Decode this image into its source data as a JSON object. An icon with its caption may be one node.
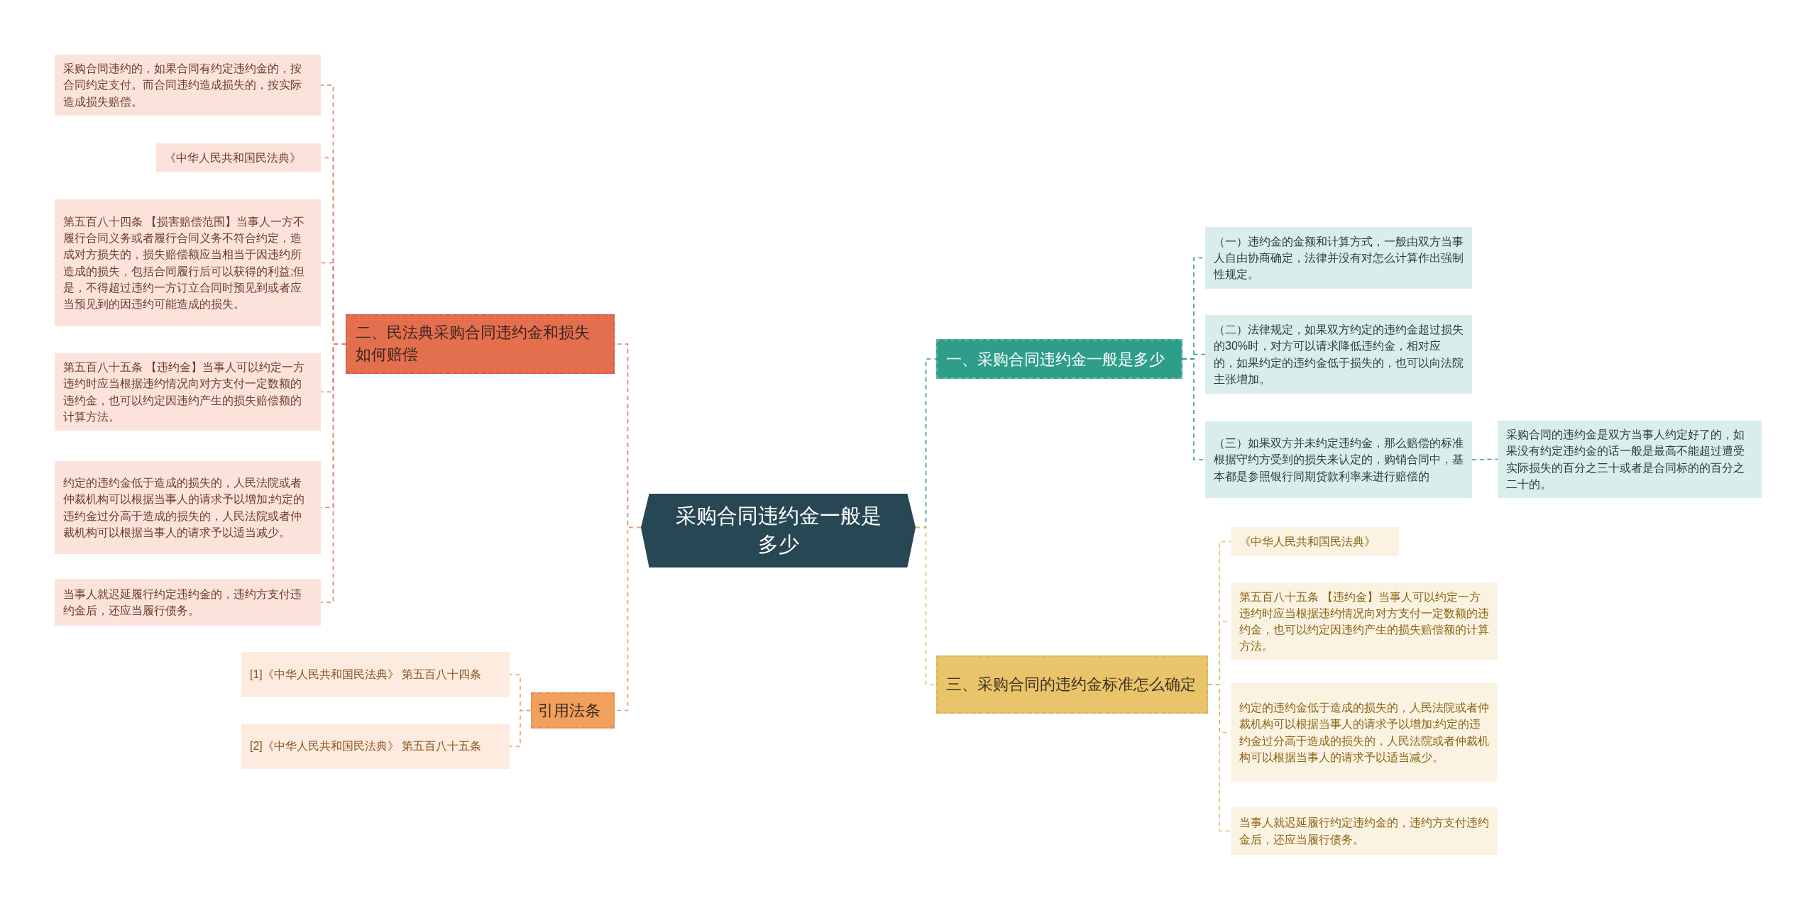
{
  "diagram": {
    "nodes": [
      {
        "text": [
          "采购合同违约金一般是多少"
        ]
      },
      {
        "text": [
          "一、采购合同违约金一般是多少"
        ]
      },
      {
        "text": [
          "（一）违约金的金额和计算方式，一般由双方当事人自由协商确定，法律并没有对怎么计算作出强制性规定。"
        ]
      },
      {
        "text": [
          "（二）法律规定，如果双方约定的违约金超过损失的30%时，对方可以请求降低违约金，相对应的，如果约定的违约金低于损失的，也可以向法院主张增加。"
        ]
      },
      {
        "text": [
          "（三）如果双方并未约定违约金，那么赔偿的标准根据守约方受到的损失来认定的，购销合同中，基本都是参照银行同期贷款利率来进行赔偿的"
        ]
      },
      {
        "text": [
          "采购合同的违约金是双方当事人约定好了的，如果没有约定违约金的话一般是最高不能超过遭受实际损失的百分之三十或者是合同标的的百分之二十的。"
        ]
      },
      {
        "text": [
          "三、采购合同的违约金标准怎么确定"
        ]
      },
      {
        "text": [
          "《中华人民共和国民法典》"
        ]
      },
      {
        "text": [
          "第五百八十五条 【违约金】当事人可以约定一方违约时应当根据违约情况向对方支付一定数额的违约金，也可以约定因违约产生的损失赔偿额的计算方法。"
        ]
      },
      {
        "text": [
          "约定的违约金低于造成的损失的，人民法院或者仲裁机构可以根据当事人的请求予以增加;约定的违约金过分高于造成的损失的，人民法院或者仲裁机构可以根据当事人的请求予以适当减少。"
        ]
      },
      {
        "text": [
          "当事人就迟延履行约定违约金的，违约方支付违约金后，还应当履行债务。"
        ]
      },
      {
        "text": [
          "二、民法典采购合同违约金和损失如何赔偿"
        ]
      },
      {
        "text": [
          "采购合同违约的，如果合同有约定违约金的，按合同约定支付。而合同违约造成损失的，按实际造成损失赔偿。"
        ]
      },
      {
        "text": [
          "《中华人民共和国民法典》"
        ]
      },
      {
        "text": [
          "第五百八十四条 【损害赔偿范围】当事人一方不履行合同义务或者履行合同义务不符合约定，造成对方损失的，损失赔偿额应当相当于因违约所造成的损失，包括合同履行后可以获得的利益;但是，不得超过违约一方订立合同时预见到或者应当预见到的因违约可能造成的损失。"
        ]
      },
      {
        "text": [
          "第五百八十五条 【违约金】当事人可以约定一方违约时应当根据违约情况向对方支付一定数额的违约金，也可以约定因违约产生的损失赔偿额的计算方法。"
        ]
      },
      {
        "text": [
          "约定的违约金低于造成的损失的，人民法院或者仲裁机构可以根据当事人的请求予以增加;约定的违约金过分高于造成的损失的，人民法院或者仲裁机构可以根据当事人的请求予以适当减少。"
        ]
      },
      {
        "text": [
          "当事人就迟延履行约定违约金的，违约方支付违约金后，还应当履行债务。"
        ]
      },
      {
        "text": [
          "引用法条"
        ]
      },
      {
        "text": [
          "[1]《中华人民共和国民法典》 第五百八十四条"
        ]
      },
      {
        "text": [
          "[2]《中华人民共和国民法典》 第五百八十五条"
        ]
      }
    ],
    "edges": [
      {
        "from": 0,
        "to": 1,
        "arrow": "none",
        "style": "dashed",
        "color": "#2e9d8a"
      },
      {
        "from": 1,
        "to": 2,
        "arrow": "none",
        "style": "dashed",
        "color": "#2e9d8a"
      },
      {
        "from": 1,
        "to": 3,
        "arrow": "none",
        "style": "dashed",
        "color": "#2e9d8a"
      },
      {
        "from": 1,
        "to": 4,
        "arrow": "none",
        "style": "dashed",
        "color": "#2e9d8a"
      },
      {
        "from": 4,
        "to": 5,
        "arrow": "none",
        "style": "dashed",
        "color": "#2e9d8a"
      },
      {
        "from": 0,
        "to": 6,
        "arrow": "none",
        "style": "dashed",
        "color": "#e2c06a"
      },
      {
        "from": 6,
        "to": 7,
        "arrow": "none",
        "style": "dashed",
        "color": "#e2c06a"
      },
      {
        "from": 6,
        "to": 8,
        "arrow": "none",
        "style": "dashed",
        "color": "#e2c06a"
      },
      {
        "from": 6,
        "to": 9,
        "arrow": "none",
        "style": "dashed",
        "color": "#e2c06a"
      },
      {
        "from": 6,
        "to": 10,
        "arrow": "none",
        "style": "dashed",
        "color": "#e2c06a"
      },
      {
        "from": 0,
        "to": 11,
        "arrow": "none",
        "style": "dashed"
      },
      {
        "from": 11,
        "to": 12,
        "arrow": "none",
        "style": "dashed"
      },
      {
        "from": 11,
        "to": 13,
        "arrow": "none",
        "style": "dashed"
      },
      {
        "from": 11,
        "to": 14,
        "arrow": "none",
        "style": "dashed"
      },
      {
        "from": 11,
        "to": 15,
        "arrow": "none",
        "style": "dashed"
      },
      {
        "from": 11,
        "to": 16,
        "arrow": "none",
        "style": "dashed"
      },
      {
        "from": 11,
        "to": 17,
        "arrow": "none",
        "style": "dashed"
      },
      {
        "from": 0,
        "to": 18,
        "arrow": "none",
        "style": "dashed",
        "color": "#e9a06a"
      },
      {
        "from": 18,
        "to": 19,
        "arrow": "none",
        "style": "dashed",
        "color": "#e9a06a"
      },
      {
        "from": 18,
        "to": 20,
        "arrow": "none",
        "style": "dashed",
        "color": "#e9a06a"
      }
    ]
  }
}
